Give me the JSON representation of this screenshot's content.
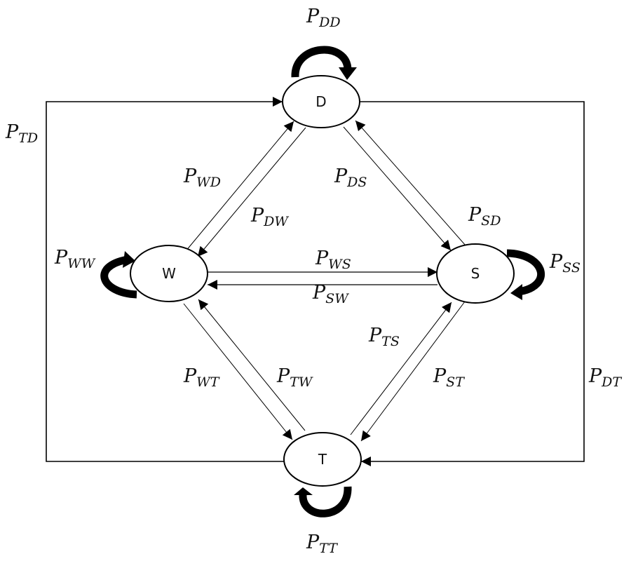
{
  "diagram": {
    "type": "state-transition",
    "colors": {
      "stroke": "#000000",
      "background": "#ffffff",
      "text": "#111111"
    },
    "nodes": [
      {
        "id": "D",
        "label": "D"
      },
      {
        "id": "W",
        "label": "W"
      },
      {
        "id": "S",
        "label": "S"
      },
      {
        "id": "T",
        "label": "T"
      }
    ],
    "edges": [
      {
        "from": "D",
        "to": "D",
        "prob": "P",
        "sub": "DD",
        "kind": "self-loop"
      },
      {
        "from": "W",
        "to": "W",
        "prob": "P",
        "sub": "WW",
        "kind": "self-loop"
      },
      {
        "from": "S",
        "to": "S",
        "prob": "P",
        "sub": "SS",
        "kind": "self-loop"
      },
      {
        "from": "T",
        "to": "T",
        "prob": "P",
        "sub": "TT",
        "kind": "self-loop"
      },
      {
        "from": "W",
        "to": "D",
        "prob": "P",
        "sub": "WD"
      },
      {
        "from": "D",
        "to": "W",
        "prob": "P",
        "sub": "DW"
      },
      {
        "from": "D",
        "to": "S",
        "prob": "P",
        "sub": "DS"
      },
      {
        "from": "S",
        "to": "D",
        "prob": "P",
        "sub": "SD"
      },
      {
        "from": "W",
        "to": "S",
        "prob": "P",
        "sub": "WS"
      },
      {
        "from": "S",
        "to": "W",
        "prob": "P",
        "sub": "SW"
      },
      {
        "from": "W",
        "to": "T",
        "prob": "P",
        "sub": "WT"
      },
      {
        "from": "T",
        "to": "W",
        "prob": "P",
        "sub": "TW"
      },
      {
        "from": "T",
        "to": "S",
        "prob": "P",
        "sub": "TS"
      },
      {
        "from": "S",
        "to": "T",
        "prob": "P",
        "sub": "ST"
      },
      {
        "from": "T",
        "to": "D",
        "prob": "P",
        "sub": "TD",
        "kind": "outer-left"
      },
      {
        "from": "D",
        "to": "T",
        "prob": "P",
        "sub": "DT",
        "kind": "outer-right"
      }
    ]
  }
}
